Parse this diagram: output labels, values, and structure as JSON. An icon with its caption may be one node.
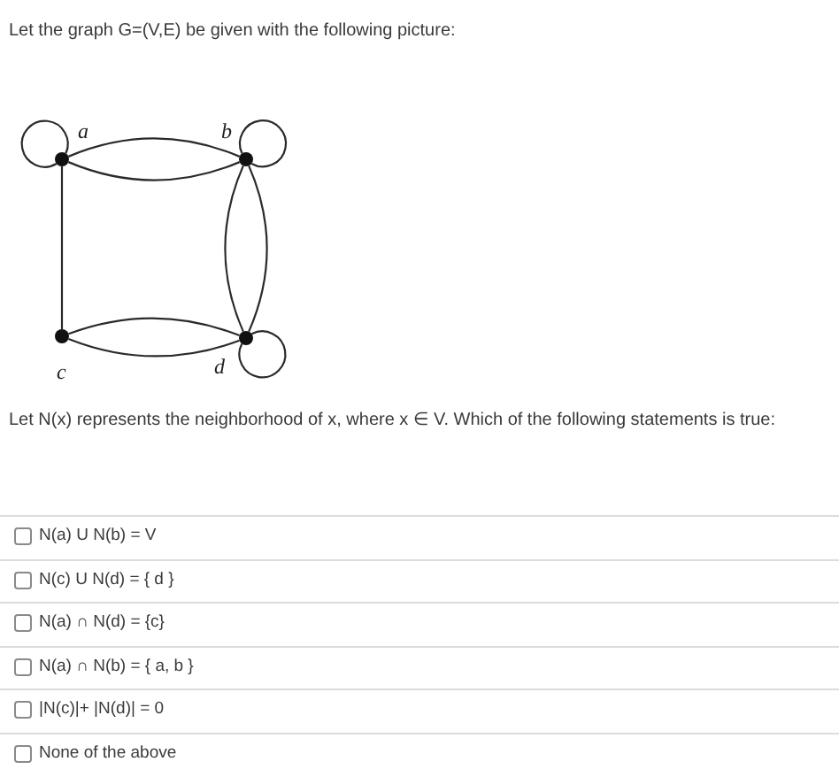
{
  "diagram": {
    "nodes": [
      {
        "text": [],
        "shape": "circle",
        "beside": [
          "a"
        ]
      },
      {
        "text": [],
        "shape": "circle",
        "beside": [
          "b"
        ]
      },
      {
        "text": [],
        "shape": "circle",
        "beside": [
          "c"
        ]
      },
      {
        "text": [],
        "shape": "circle",
        "beside": [
          "d"
        ]
      }
    ],
    "edges": [
      {
        "from": 0,
        "to": 0,
        "arrow": "none"
      },
      {
        "from": 0,
        "to": 1,
        "arrow": "none"
      },
      {
        "from": 0,
        "to": 1,
        "arrow": "none"
      },
      {
        "from": 0,
        "to": 2,
        "arrow": "none"
      },
      {
        "from": 1,
        "to": 1,
        "arrow": "none"
      },
      {
        "from": 1,
        "to": 3,
        "arrow": "none"
      },
      {
        "from": 1,
        "to": 3,
        "arrow": "none"
      },
      {
        "from": 2,
        "to": 3,
        "arrow": "none"
      },
      {
        "from": 2,
        "to": 3,
        "arrow": "none"
      },
      {
        "from": 3,
        "to": 3,
        "arrow": "none"
      }
    ],
    "labels": [
      "Let the graph G=(V,E) be given with the following picture:",
      "Let N(x) represents the neighborhood of x, where x ∈ V. Which of the following statements is true:",
      "N(a) U N(b) = V",
      "N(c) U N(d) = { d }",
      "N(a) ∩ N(d) = {c}",
      "N(a) ∩ N(b) = { a, b }",
      "|N(c)|+ |N(d)| = 0",
      "None of the above"
    ]
  }
}
